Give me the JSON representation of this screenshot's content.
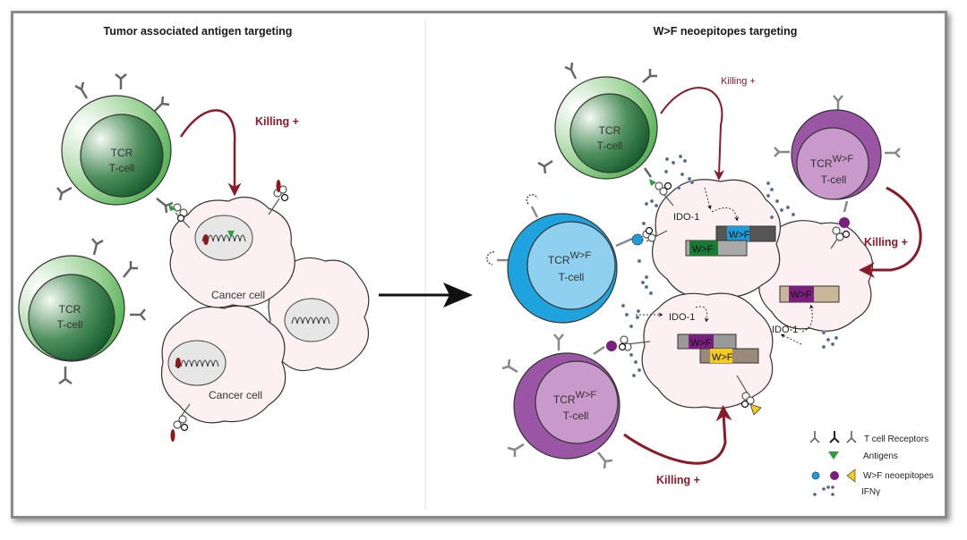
{
  "panels": {
    "left": {
      "title": "Tumor associated antigen targeting",
      "tcells": [
        {
          "line1": "TCR",
          "line2": "T-cell"
        },
        {
          "line1": "TCR",
          "line2": "T-cell"
        }
      ],
      "killing": "Killing +",
      "cancer_cells": [
        "Cancer cell",
        "Cancer cell"
      ]
    },
    "right": {
      "title": "W>F neoepitopes targeting",
      "tcell_green": {
        "line1": "TCR",
        "line2": "T-cell"
      },
      "tcell_blue": {
        "prefix": "TCR",
        "sup": "W>F",
        "line2": "T-cell"
      },
      "tcell_purple_top": {
        "prefix": "TCR",
        "sup": "W>F",
        "line2": "T-cell"
      },
      "tcell_purple_bottom": {
        "prefix": "TCR",
        "sup": "W>F",
        "line2": "T-cell"
      },
      "killing_top": "Killing +",
      "killing_right": "Killing +",
      "killing_bottom": "Killing +",
      "ido_labels": [
        "IDO-1",
        "IDO-1",
        "IDO-1"
      ],
      "wf_label": "W>F"
    }
  },
  "legend": {
    "items": [
      {
        "icon": "t-cell-receptor-icons",
        "label": "T cell Receptors"
      },
      {
        "icon": "antigen-triangle-icon",
        "label": "Antigens"
      },
      {
        "icon": "neoepitope-icons",
        "label": "W>F neoepitopes"
      },
      {
        "icon": "ifn-dots-icon",
        "label": "IFNγ"
      }
    ]
  },
  "colors": {
    "killing": "#8b1a2b",
    "green_outer": "#6fbf6a",
    "green_inner": "#1f6b3a",
    "blue_outer": "#1ea3de",
    "blue_inner": "#8fd0f0",
    "purple_outer": "#9b55a5",
    "purple_inner": "#c999cc",
    "cancer_fill": "#fcf0f3",
    "wf_blue": "#1f9bd9",
    "wf_green": "#1a7a35",
    "wf_purple": "#7a1f7e",
    "wf_yellow": "#f4cc1a",
    "gene_dark": "#555555",
    "gene_grey": "#a9a9a9",
    "gene_tan": "#c9b79a",
    "gene_brown": "#9c8a78"
  }
}
